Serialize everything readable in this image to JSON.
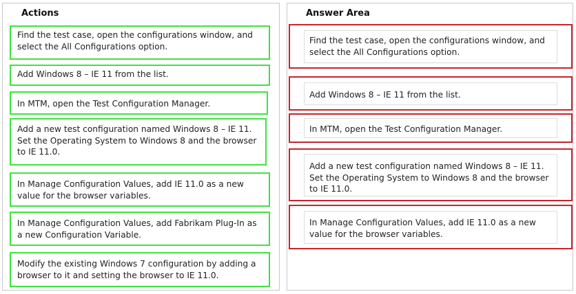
{
  "actions": {
    "title": "Actions",
    "items": [
      "Find the test case, open the configurations window, and select the All Configurations option.",
      "Add Windows 8 – IE 11 from the list.",
      "In MTM, open the Test Configuration Manager.",
      "Add a new test configuration named Windows 8 – IE 11. Set the Operating System to Windows 8 and the browser to IE 11.0.",
      "In Manage Configuration Values, add IE 11.0 as a new value for the browser variables.",
      "In Manage Configuration Values, add Fabrikam Plug-In as a new Configuration Variable.",
      "Modify the existing Windows 7 configuration by adding a browser to it and setting the browser to IE 11.0."
    ]
  },
  "answer_area": {
    "title": "Answer Area",
    "items": [
      "Find the test case, open the configurations window, and select the All Configurations option.",
      "Add Windows 8 – IE 11 from the list.",
      "In MTM, open the Test Configuration Manager.",
      "Add a new test configuration named Windows 8 – IE 11. Set the Operating System to Windows 8 and the browser to IE 11.0.",
      "In Manage Configuration Values, add IE 11.0 as a new value for the browser variables."
    ]
  },
  "colors": {
    "action_border": "#3de33d",
    "answer_border": "#c8232c",
    "panel_border": "#c8c8c8"
  }
}
